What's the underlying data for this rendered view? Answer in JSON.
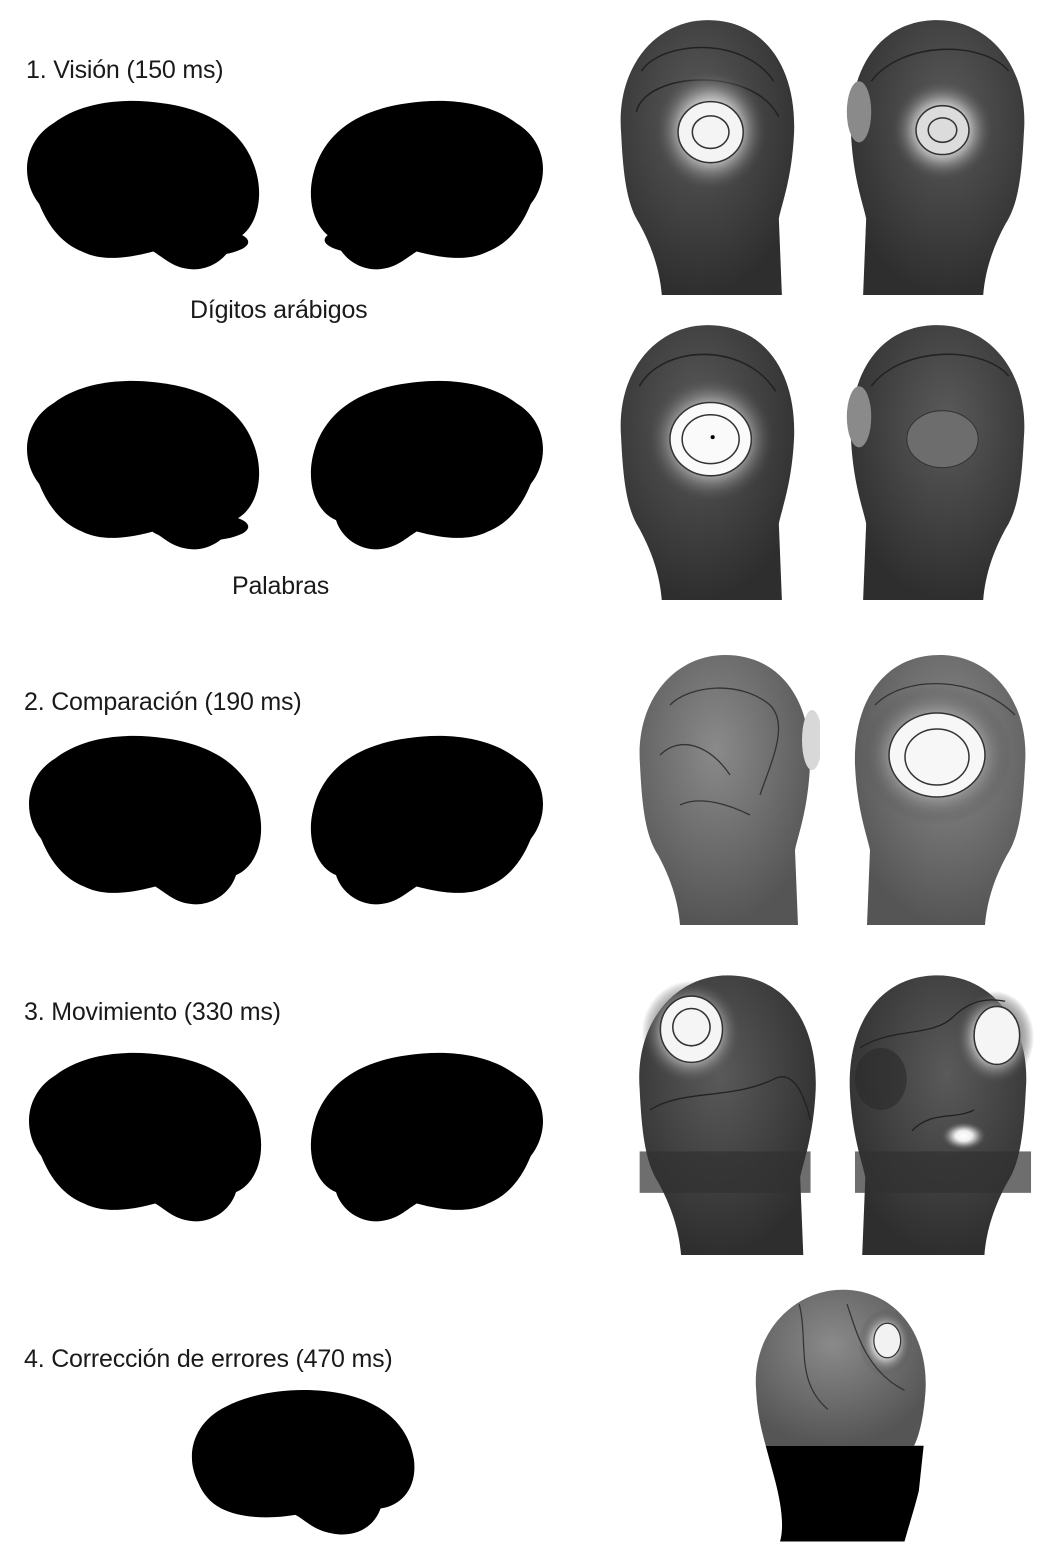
{
  "sections": [
    {
      "title": "1. Visión (150 ms)",
      "rows": [
        {
          "caption": "Dígitos arábigos"
        },
        {
          "caption": "Palabras"
        }
      ]
    },
    {
      "title": "2. Comparación (190 ms)"
    },
    {
      "title": "3. Movimiento (330 ms)"
    },
    {
      "title": "4. Corrección de errores (470 ms)"
    }
  ],
  "colors": {
    "background": "#ffffff",
    "ink": "#111111",
    "activation_spot": "#000000",
    "scalp_dark": "#3a3a3a",
    "scalp_mid": "#6d6d6d",
    "activation_peak": "#f5f5f5"
  },
  "icons": {
    "brain": "brain-lateral-outline-icon",
    "brain_medial": "brain-medial-outline-icon",
    "head": "head-topography-map-icon"
  }
}
